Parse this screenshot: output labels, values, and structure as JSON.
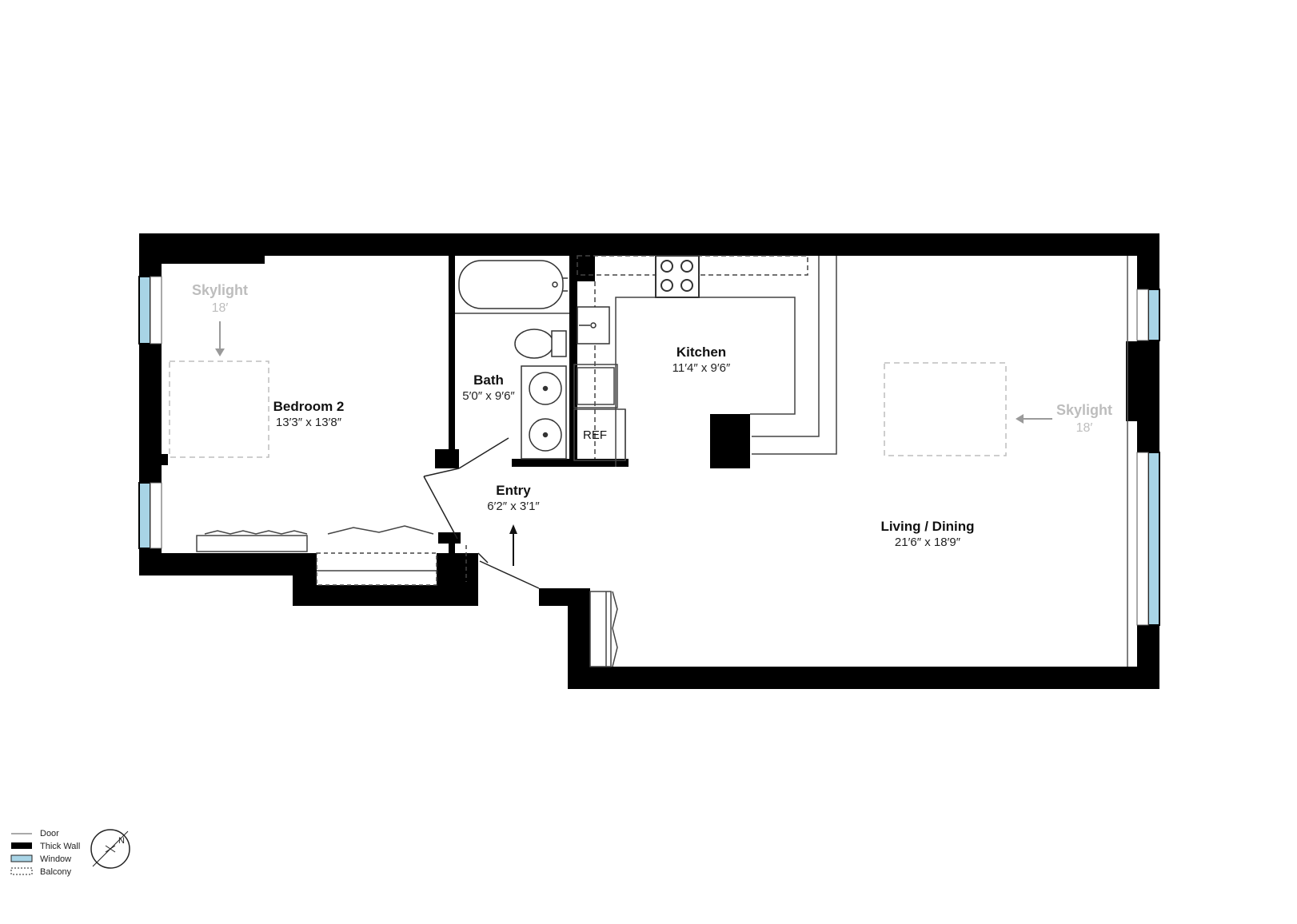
{
  "colors": {
    "wall": "#000000",
    "window": "#a8d4e6",
    "thin_line": "#555555",
    "skylight": "#bdbdbd",
    "background": "#ffffff"
  },
  "rooms": {
    "bedroom": {
      "name": "Bedroom 2",
      "dims": "13′3″ x 13′8″"
    },
    "bath": {
      "name": "Bath",
      "dims": "5′0″ x 9′6″"
    },
    "kitchen": {
      "name": "Kitchen",
      "dims": "11′4″ x 9′6″"
    },
    "entry": {
      "name": "Entry",
      "dims": "6′2″ x 3′1″"
    },
    "living": {
      "name": "Living / Dining",
      "dims": "21′6″ x 18′9″"
    }
  },
  "skylights": {
    "left": {
      "label": "Skylight",
      "height": "18′"
    },
    "right": {
      "label": "Skylight",
      "height": "18′"
    }
  },
  "fixtures": {
    "ref_label": "REF"
  },
  "legend": {
    "door": "Door",
    "thick_wall": "Thick Wall",
    "window": "Window",
    "balcony": "Balcony"
  },
  "compass": {
    "north": "N",
    "icon": "compass-icon"
  }
}
